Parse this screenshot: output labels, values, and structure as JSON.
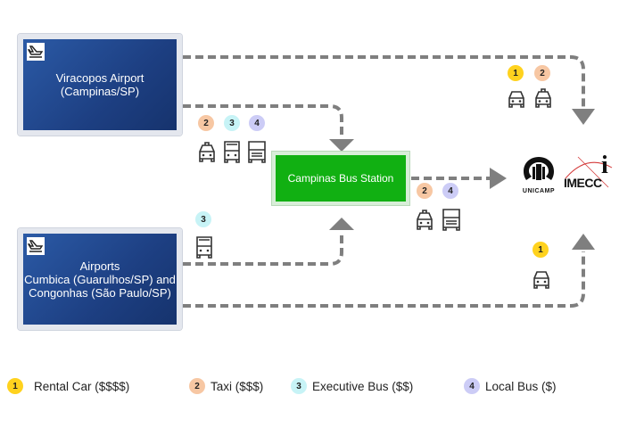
{
  "nodes": {
    "viracopos": "Viracopos Airport\n(Campinas/SP)",
    "cumbica": "Airports\nCumbica (Guarulhos/SP) and\nCongonhas (São Paulo/SP)",
    "bus_station": "Campinas Bus Station"
  },
  "badges": {
    "one": "1",
    "two": "2",
    "three": "3",
    "four": "4"
  },
  "logos": {
    "unicamp": "UNICAMP",
    "imecc": "IMECC",
    "imecc_i": "i"
  },
  "legend": [
    {
      "num": "1",
      "label": "Rental Car ($$$$)",
      "color": "#ffd21e"
    },
    {
      "num": "2",
      "label": "Taxi ($$$)",
      "color": "#f7c7a3"
    },
    {
      "num": "3",
      "label": "Executive Bus ($$)",
      "color": "#c7f3f6"
    },
    {
      "num": "4",
      "label": "Local Bus ($)",
      "color": "#ccccf6"
    }
  ],
  "icons": [
    "airplane-icon",
    "car-icon",
    "bus-icon"
  ],
  "colors": {
    "airport": "#1d3f82",
    "station": "#11b012",
    "arrow": "#7f7f7f"
  }
}
